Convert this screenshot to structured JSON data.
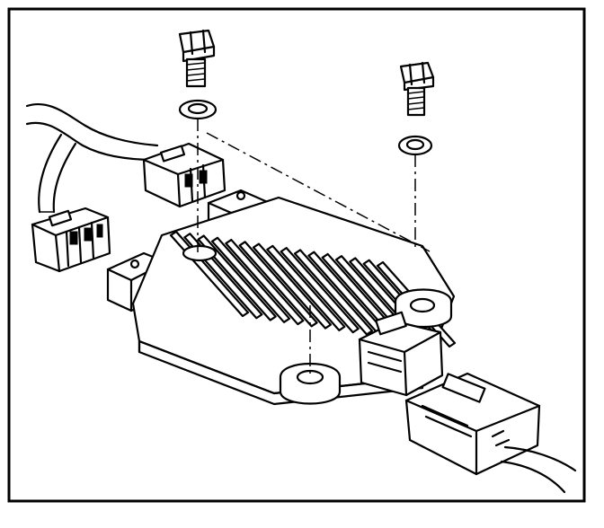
{
  "figure": {
    "description_visible_text": "",
    "colors": {
      "line": "#000000",
      "background": "#ffffff",
      "frame": "#000000"
    },
    "parts": [
      {
        "id": "module",
        "icon": "finned-module-icon"
      },
      {
        "id": "bolt-left",
        "icon": "bolt-icon"
      },
      {
        "id": "bolt-right",
        "icon": "bolt-icon"
      },
      {
        "id": "washer-left",
        "icon": "washer-icon"
      },
      {
        "id": "washer-right",
        "icon": "washer-icon"
      },
      {
        "id": "harness",
        "icon": "wire-harness-icon"
      },
      {
        "id": "connector-left",
        "icon": "connector-icon"
      },
      {
        "id": "connector-upper",
        "icon": "connector-icon"
      },
      {
        "id": "connector-right",
        "icon": "connector-icon"
      }
    ]
  }
}
